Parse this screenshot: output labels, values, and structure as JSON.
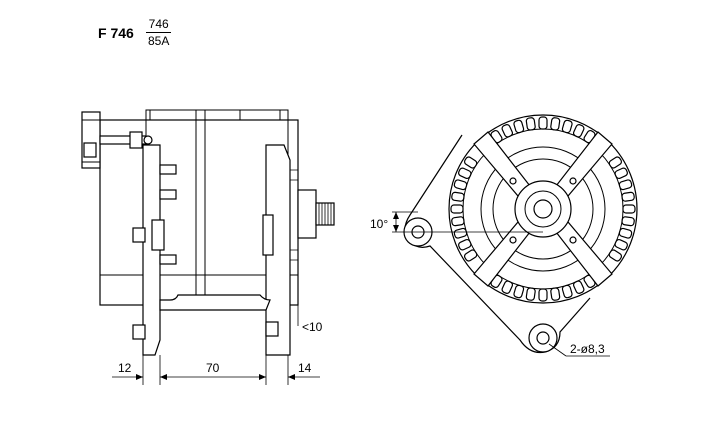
{
  "header": {
    "model": "F 746",
    "fraction_top": "746",
    "fraction_bottom": "85A"
  },
  "dimensions": {
    "left_offset": "12",
    "center_span": "70",
    "right_offset": "14",
    "chamfer": "<10",
    "angle": "10°",
    "hole_spec": "2-ø8,3"
  }
}
